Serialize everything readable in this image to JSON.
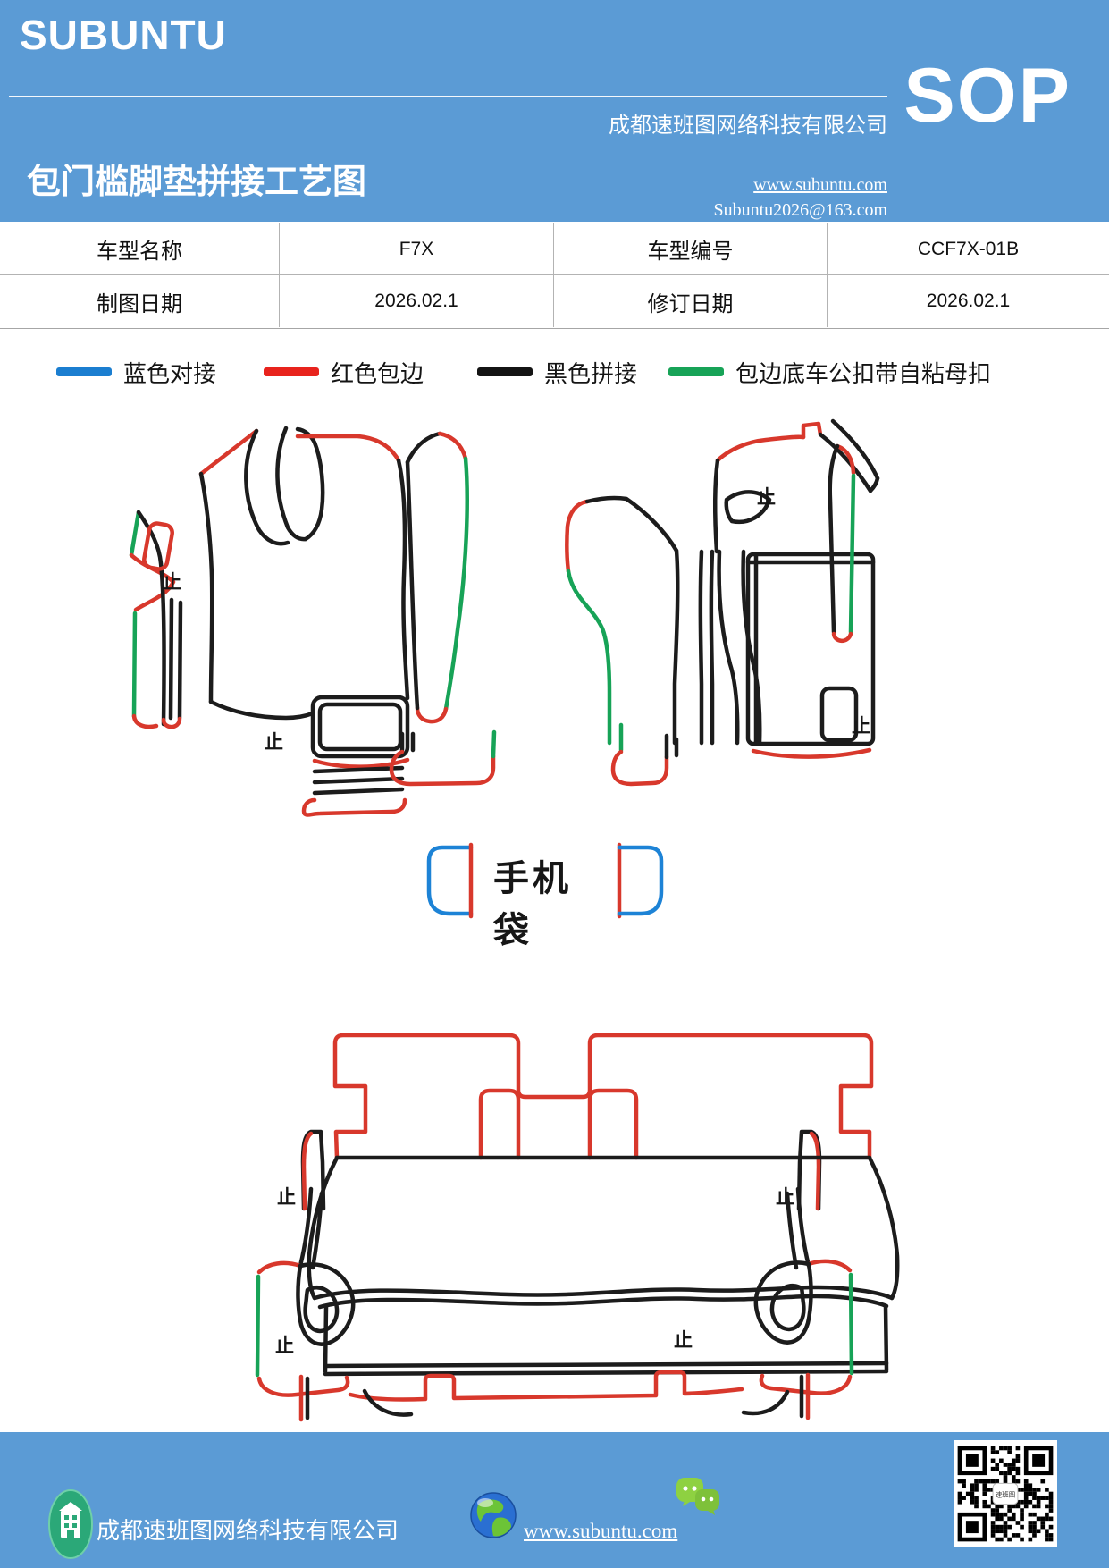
{
  "header": {
    "brand": "SUBUNTU",
    "title": "包门槛脚垫拼接工艺图",
    "company": "成都速班图网络科技有限公司",
    "website": "www.subuntu.com",
    "email": "Subuntu2026@163.com",
    "sop": "SOP"
  },
  "info_table": {
    "rows": [
      {
        "label1": "车型名称",
        "value1": "F7X",
        "label2": "车型编号",
        "value2": "CCF7X-01B"
      },
      {
        "label1": "制图日期",
        "value1": "2026.02.1",
        "label2": "修订日期",
        "value2": "2026.02.1"
      }
    ]
  },
  "legend": {
    "items": [
      {
        "label": "蓝色对接",
        "color": "#1b7ed0"
      },
      {
        "label": "红色包边",
        "color": "#e8231d"
      },
      {
        "label": "黑色拼接",
        "color": "#141414"
      },
      {
        "label": "包边底车公扣带自粘母扣",
        "color": "#17a357"
      }
    ]
  },
  "diagram": {
    "phone_bag_label": "手机袋",
    "stop_mark": "止"
  },
  "footer": {
    "company": "成都速班图网络科技有限公司",
    "website": "www.subuntu.com"
  }
}
